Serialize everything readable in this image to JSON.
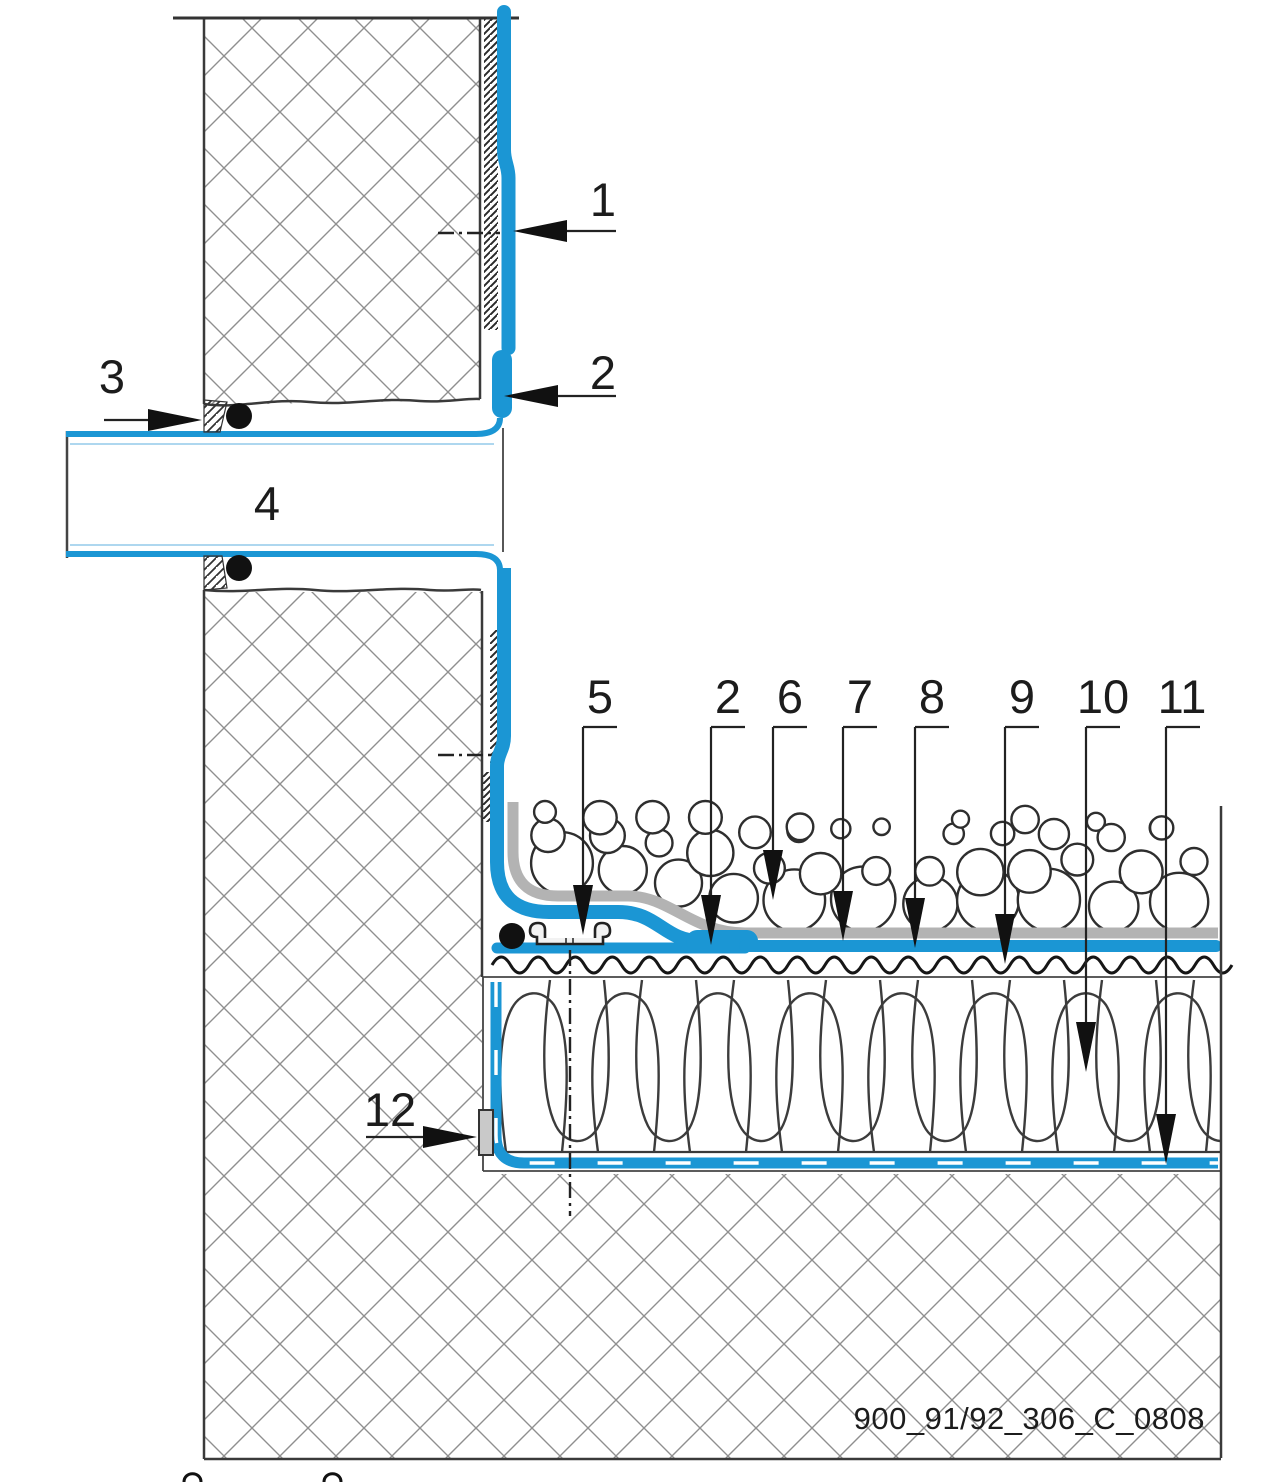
{
  "drawing": {
    "reference_code": "900_91/92_306_C_0808",
    "callouts": {
      "c1": {
        "text": "1"
      },
      "c2a": {
        "text": "2"
      },
      "c3": {
        "text": "3"
      },
      "c4": {
        "text": "4"
      },
      "c5": {
        "text": "5"
      },
      "c2b": {
        "text": "2"
      },
      "c6": {
        "text": "6"
      },
      "c7": {
        "text": "7"
      },
      "c8": {
        "text": "8"
      },
      "c9": {
        "text": "9"
      },
      "c10": {
        "text": "10"
      },
      "c11": {
        "text": "11"
      },
      "c12": {
        "text": "12"
      }
    },
    "colors": {
      "membrane_blue": "#1b96d4",
      "protection_gray": "#b3b3b3",
      "light_blue_line": "#aed7ef",
      "outline_dark": "#333333",
      "crosshatch_gray": "#8f8f8f",
      "seal_black": "#111111",
      "fixing_strip_gray": "#c9c9c9"
    }
  }
}
